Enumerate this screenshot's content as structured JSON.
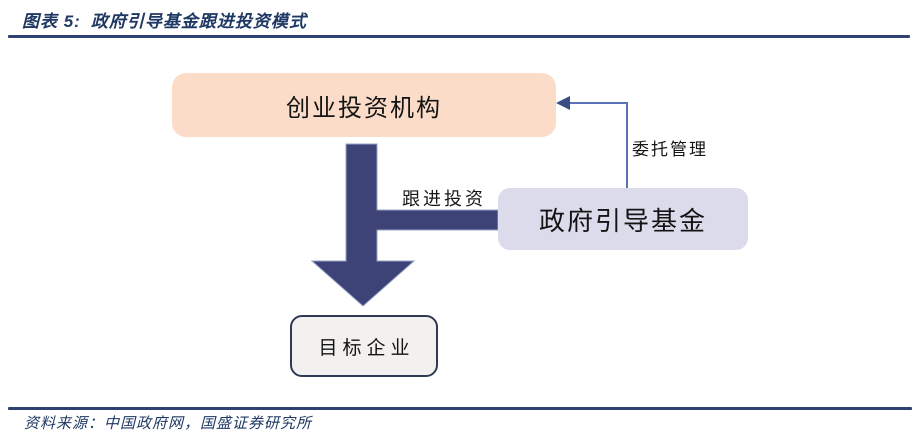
{
  "header": {
    "title_prefix": "图表 5:",
    "title_text": "政府引导基金跟进投资模式"
  },
  "diagram": {
    "boxes": {
      "venture_capital": {
        "label": "创业投资机构",
        "fill": "#FBDCC8"
      },
      "guidance_fund": {
        "label": "政府引导基金",
        "fill": "#DBDBEC"
      },
      "target_company": {
        "label": "目标企业",
        "fill": "#F3F1EF",
        "border": "#2F3A55"
      }
    },
    "edges": {
      "follow_investment": {
        "label": "跟进投资",
        "color": "#3E4377",
        "outline": "#97A1C4"
      },
      "entrusted_management": {
        "label": "委托管理",
        "color": "#5B72B8",
        "head_color": "#3A4E86"
      }
    }
  },
  "footer": {
    "source": "资料来源：中国政府网，国盛证券研究所"
  },
  "colors": {
    "accent_navy": "#1F3864",
    "rule_navy": "#2E4172"
  }
}
